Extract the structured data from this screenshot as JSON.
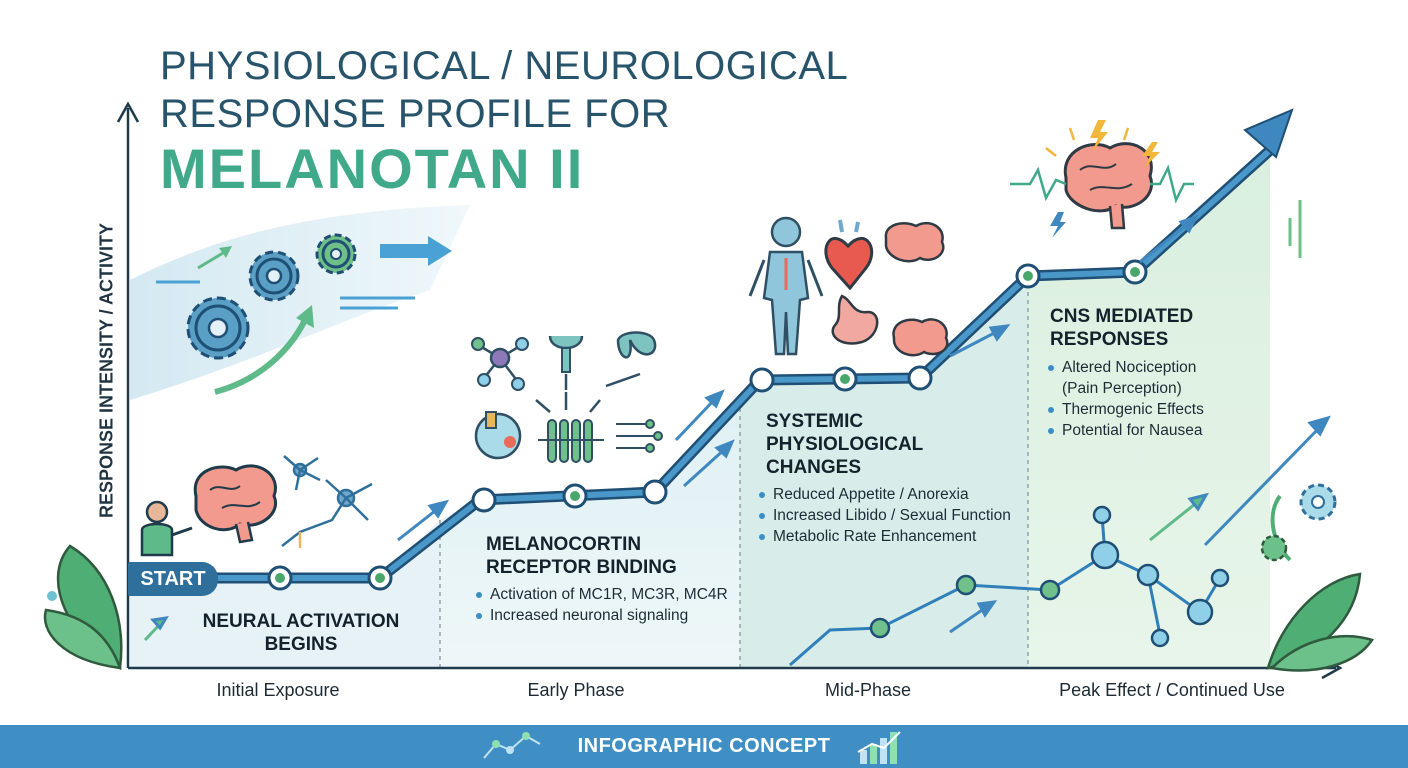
{
  "header": {
    "title_line1": "PHYSIOLOGICAL / NEUROLOGICAL",
    "title_line2": "RESPONSE PROFILE FOR",
    "title_line3": "MELANOTAN  II"
  },
  "axis": {
    "y_label": "RESPONSE INTENSITY / ACTIVITY"
  },
  "start_label": "START",
  "stages": [
    {
      "title": "NEURAL ACTIVATION BEGINS",
      "bullets": []
    },
    {
      "title": "MELANOCORTIN RECEPTOR BINDING",
      "bullets": [
        "Activation of MC1R, MC3R, MC4R",
        "Increased neuronal signaling"
      ]
    },
    {
      "title": "SYSTEMIC PHYSIOLOGICAL CHANGES",
      "bullets": [
        "Reduced Appetite / Anorexia",
        "Increased Libido / Sexual Function",
        "Metabolic Rate Enhancement"
      ]
    },
    {
      "title": "CNS MEDIATED RESPONSES",
      "bullets": [
        "Altered Nociception",
        "(Pain Perception)",
        "Thermogenic Effects",
        "Potential for Nausea"
      ]
    }
  ],
  "phases": [
    "Initial Exposure",
    "Early Phase",
    "Mid-Phase",
    "Peak Effect / Continued Use"
  ],
  "footer": {
    "label": "INFOGRAPHIC CONCEPT"
  },
  "colors": {
    "title": "#27546a",
    "accent_green": "#3fa98a",
    "path_blue": "#2f6f9c",
    "node_green": "#4aa76b",
    "footer_blue": "#3f8ec4"
  },
  "icons": [
    "gear-icon",
    "brain-icon",
    "neuron-icon",
    "molecule-icon",
    "receptor-icon",
    "human-body-icon",
    "heart-icon",
    "stomach-icon",
    "lightning-icon",
    "leaf-icon",
    "bar-chart-icon"
  ]
}
